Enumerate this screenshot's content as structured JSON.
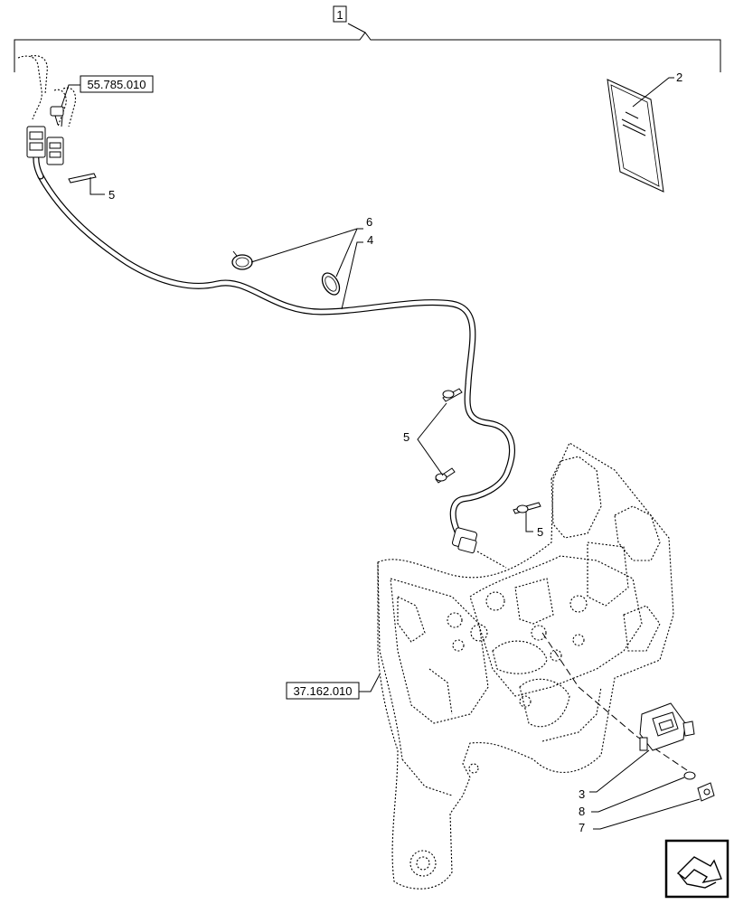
{
  "diagram": {
    "group_label": "1",
    "callouts": {
      "manual": "2",
      "socket": "3",
      "harness": "4",
      "tie_top": "5",
      "tie_middle": "5",
      "tie_right": "5",
      "clips": "6",
      "bolt": "7",
      "washer": "8"
    },
    "references": {
      "upper_left": "55.785.010",
      "lower_left": "37.162.010"
    },
    "nav_icon": "arrow-return-icon"
  }
}
